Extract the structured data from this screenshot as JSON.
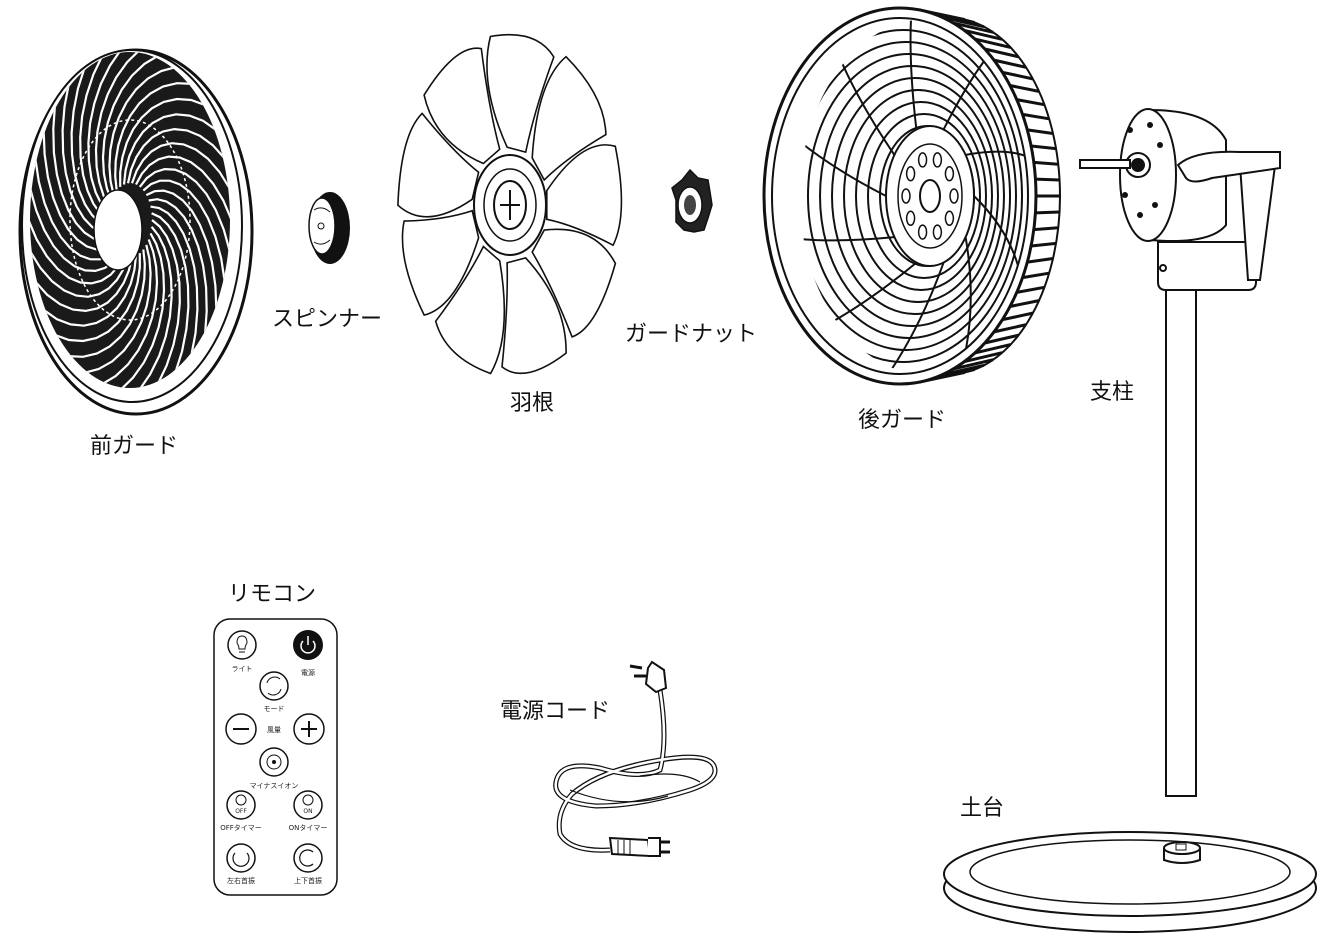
{
  "parts": {
    "front_guard": "前ガード",
    "spinner": "スピンナー",
    "blade": "羽根",
    "guard_nut": "ガードナット",
    "rear_guard": "後ガード",
    "pole": "支柱",
    "remote": "リモコン",
    "power_cord": "電源コード",
    "base": "土台"
  },
  "remote_buttons": {
    "light": "ライト",
    "power": "電源",
    "mode": "モード",
    "wind": "風量",
    "ion": "マイナスイオン",
    "off_timer": "OFFタイマー",
    "on_timer": "ONタイマー",
    "lr_swing": "左右首振",
    "ud_swing": "上下首振",
    "off_icon": "OFF",
    "on_icon": "ON"
  }
}
